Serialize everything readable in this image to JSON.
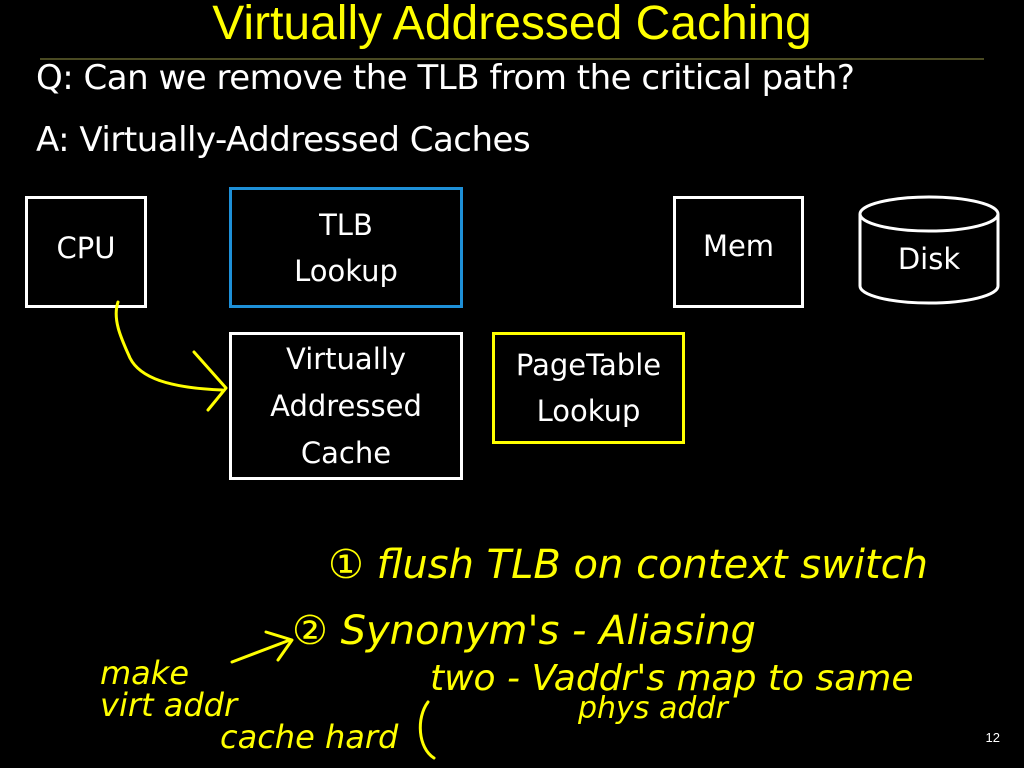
{
  "title": "Virtually Addressed Caching",
  "question": "Q: Can we remove the TLB from the critical path?",
  "answer": "A: Virtually-Addressed Caches",
  "boxes": {
    "cpu": "CPU",
    "tlb": "TLB\nLookup",
    "mem": "Mem",
    "disk": "Disk",
    "cache": "Virtually\nAddressed\nCache",
    "pagetable": "PageTable\nLookup"
  },
  "notes": {
    "n1": "① flush TLB on context switch",
    "n2": "② Synonym's - Aliasing",
    "n3": "two - Vaddr's map to same",
    "n4": "phys addr",
    "side1": "make",
    "side2": "virt addr",
    "side3": "cache hard"
  },
  "colors": {
    "accent": "#ffff00",
    "tlb_border": "#1e90d8",
    "text": "#ffffff"
  },
  "page_number": "12"
}
